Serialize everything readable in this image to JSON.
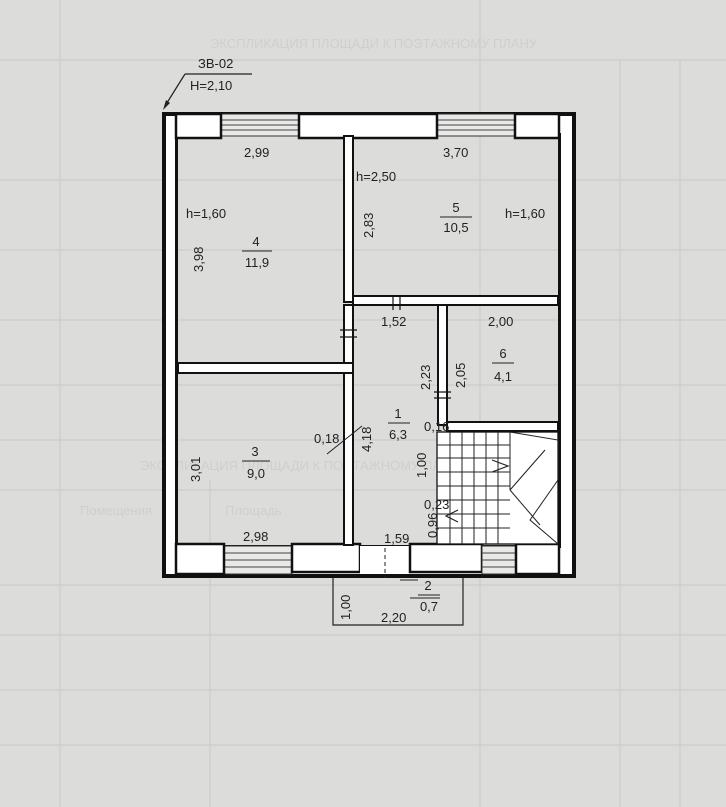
{
  "header": {
    "code": "ЗВ-02",
    "height": "Н=2,10"
  },
  "rooms": [
    {
      "id": "4",
      "number": "4",
      "area": "11,9",
      "ceiling": "h=1,60"
    },
    {
      "id": "5",
      "number": "5",
      "area": "10,5",
      "ceiling": "h=1,60",
      "ceiling2": "h=2,50"
    },
    {
      "id": "6",
      "number": "6",
      "area": "4,1"
    },
    {
      "id": "1",
      "number": "1",
      "area": "6,3"
    },
    {
      "id": "3",
      "number": "3",
      "area": "9,0"
    },
    {
      "id": "2",
      "number": "2",
      "area": "0,7"
    }
  ],
  "dimensions": {
    "d_2_99": "2,99",
    "d_3_70": "3,70",
    "d_3_98": "3,98",
    "d_2_83": "2,83",
    "d_1_52": "1,52",
    "d_2_00": "2,00",
    "d_2_23": "2,23",
    "d_2_05": "2,05",
    "d_0_18": "0,18",
    "d_4_18": "4,18",
    "d_0_16": "0,16",
    "d_3_01": "3,01",
    "d_1_00_stair": "1,00",
    "d_0_23": "0,23",
    "d_0_96": "0,96",
    "d_2_98": "2,98",
    "d_1_59": "1,59",
    "d_1_00_porch": "1,00",
    "d_2_20": "2,20"
  },
  "background_text": [
    "ЭКСПЛИКАЦИЯ ПЛОЩАДИ К ПОЭТАЖНОМУ ПЛАНУ",
    "ЭКСПЛИКАЦИЯ ПЛОЩАДИ К ПОЭТАЖНОМУ ПЛАНУ",
    "Помещения",
    "Площадь"
  ]
}
